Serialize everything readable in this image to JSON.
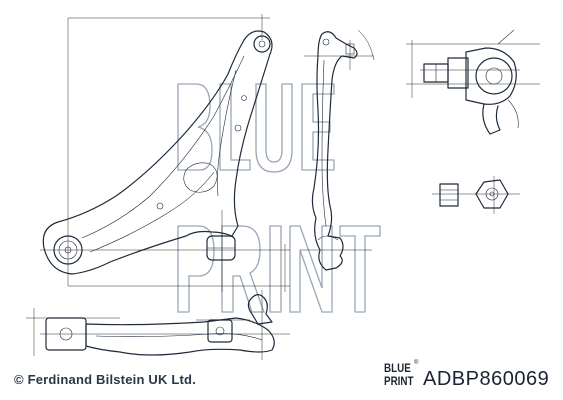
{
  "watermark": {
    "line1": "BLUE",
    "line2": "PRINT"
  },
  "footer": {
    "copyright": "© Ferdinand Bilstein UK Ltd.",
    "logo_line1": "BLUE",
    "logo_line2": "PRINT",
    "logo_mark": "®",
    "part_number": "ADBP860069"
  },
  "colors": {
    "line": "#1e2b3b",
    "watermark": "#9aa6b6",
    "text": "#2b3646"
  }
}
